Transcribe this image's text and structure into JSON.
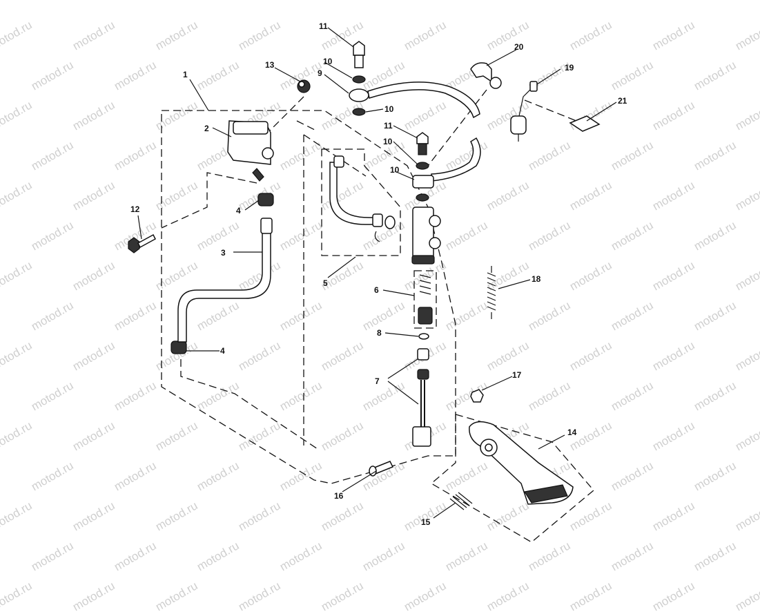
{
  "watermark": "motod.ru",
  "callouts": [
    {
      "id": "c1",
      "text": "1"
    },
    {
      "id": "c2",
      "text": "2"
    },
    {
      "id": "c3",
      "text": "3"
    },
    {
      "id": "c4a",
      "text": "4"
    },
    {
      "id": "c4b",
      "text": "4"
    },
    {
      "id": "c5",
      "text": "5"
    },
    {
      "id": "c6",
      "text": "6"
    },
    {
      "id": "c7",
      "text": "7"
    },
    {
      "id": "c8",
      "text": "8"
    },
    {
      "id": "c9",
      "text": "9"
    },
    {
      "id": "c10a",
      "text": "10"
    },
    {
      "id": "c10b",
      "text": "10"
    },
    {
      "id": "c10c",
      "text": "10"
    },
    {
      "id": "c10d",
      "text": "10"
    },
    {
      "id": "c11a",
      "text": "11"
    },
    {
      "id": "c11b",
      "text": "11"
    },
    {
      "id": "c12",
      "text": "12"
    },
    {
      "id": "c13",
      "text": "13"
    },
    {
      "id": "c14",
      "text": "14"
    },
    {
      "id": "c15",
      "text": "15"
    },
    {
      "id": "c16",
      "text": "16"
    },
    {
      "id": "c17",
      "text": "17"
    },
    {
      "id": "c18",
      "text": "18"
    },
    {
      "id": "c19",
      "text": "19"
    },
    {
      "id": "c20",
      "text": "20"
    },
    {
      "id": "c21",
      "text": "21"
    }
  ]
}
